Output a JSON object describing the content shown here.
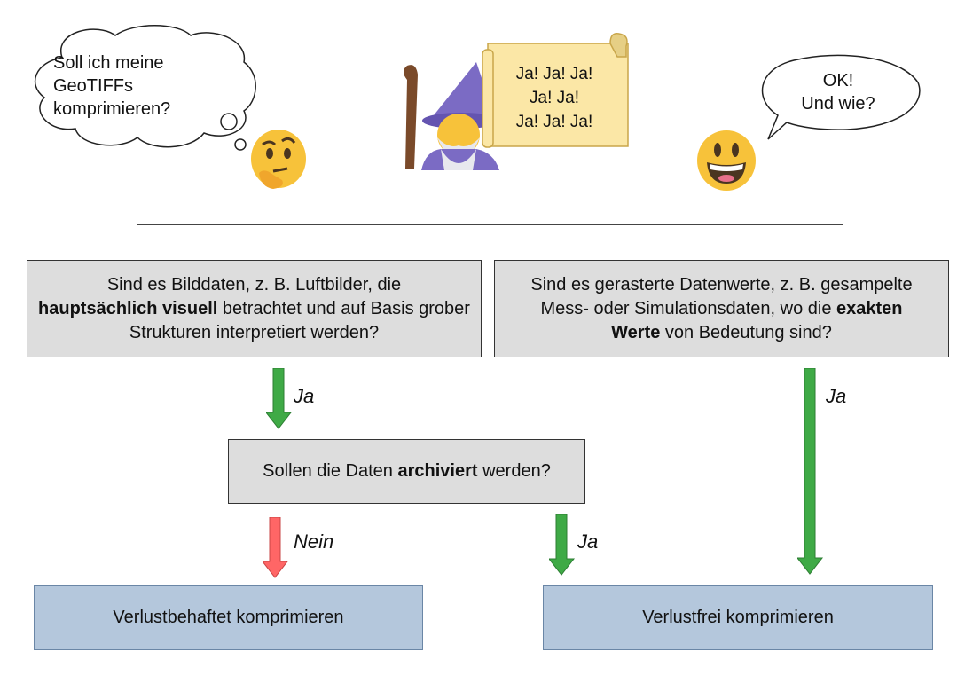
{
  "header": {
    "thought": [
      "Soll ich meine",
      "GeoTIFFs",
      "komprimieren?"
    ],
    "scroll": [
      "Ja! Ja! Ja!",
      "Ja! Ja!",
      "Ja! Ja! Ja!"
    ],
    "speech": [
      "OK!",
      "Und wie?"
    ],
    "icons": [
      "thinking-face-icon",
      "wizard-icon",
      "grinning-face-icon"
    ]
  },
  "flow": {
    "q1": {
      "pre": "Sind es Bilddaten, z. B. Luftbilder, die",
      "bold": "hauptsächlich visuell",
      "post": " betrachtet und auf Basis grober Strukturen interpretiert werden?"
    },
    "q2": {
      "pre": "Sind es gerasterte Datenwerte, z. B. gesampelte Mess- oder Simulationsdaten, wo die ",
      "bold": "exakten Werte",
      "post": " von Bedeutung sind?"
    },
    "q3": {
      "pre": "Sollen die Daten ",
      "bold": "archiviert",
      "post": " werden?"
    },
    "yes": "Ja",
    "no": "Nein",
    "lossy": "Verlustbehaftet komprimieren",
    "lossless": "Verlustfrei komprimieren"
  },
  "colors": {
    "yes": "#3faa46",
    "no": "#ff6666",
    "question": "#dddddd",
    "result": "#b4c7dc"
  }
}
